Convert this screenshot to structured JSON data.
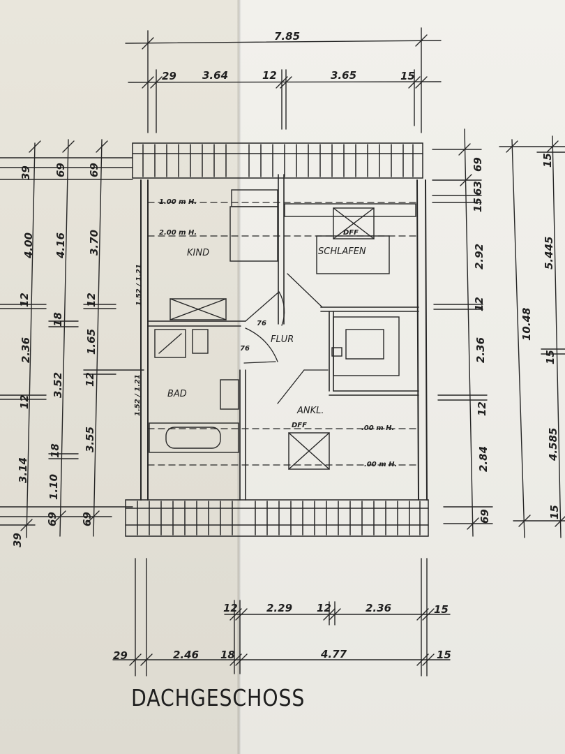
{
  "plan": {
    "title": "DACHGESCHOSS",
    "rooms": {
      "kind": "KIND",
      "schlafen": "SCHLAFEN",
      "flur": "FLUR",
      "bad": "BAD",
      "ankl": "ANKL."
    },
    "window_labels": [
      "DFF",
      "DFF"
    ],
    "height_notes": [
      "1.00 m H.",
      "2.00 m H.",
      ".00 m H.",
      ".00 m H."
    ],
    "door_labels": [
      "76",
      "76"
    ],
    "top_dims": [
      "7.85",
      "29",
      "3.64",
      "12",
      "3.65",
      "15"
    ],
    "bottom_dims_row1": [
      "12",
      "2.29",
      "12",
      "2.36",
      "15"
    ],
    "bottom_dims_row2": [
      "29",
      "2.46",
      "18",
      "4.77",
      "15"
    ],
    "left_dims_col1": [
      "39",
      "4.00",
      "12",
      "2.36",
      "12",
      "3.14",
      "39"
    ],
    "left_dims_col2": [
      "69",
      "4.16",
      "18",
      "3.52",
      "18",
      "1.10",
      "69"
    ],
    "left_dims_col3": [
      "69",
      "3.70",
      "12",
      "1.65",
      "12",
      "3.55",
      "69"
    ],
    "wall_notes": [
      "1.52 / 1.21",
      "1.52 / 1.21"
    ],
    "right_dims_col1": [
      "69",
      "63",
      "15",
      "2.92",
      "12",
      "2.36",
      "12",
      "2.84",
      "69"
    ],
    "right_dims_col2": [
      "10.48"
    ],
    "right_dims_col3": [
      "15",
      "5.445",
      "15",
      "4.585",
      "15"
    ]
  }
}
